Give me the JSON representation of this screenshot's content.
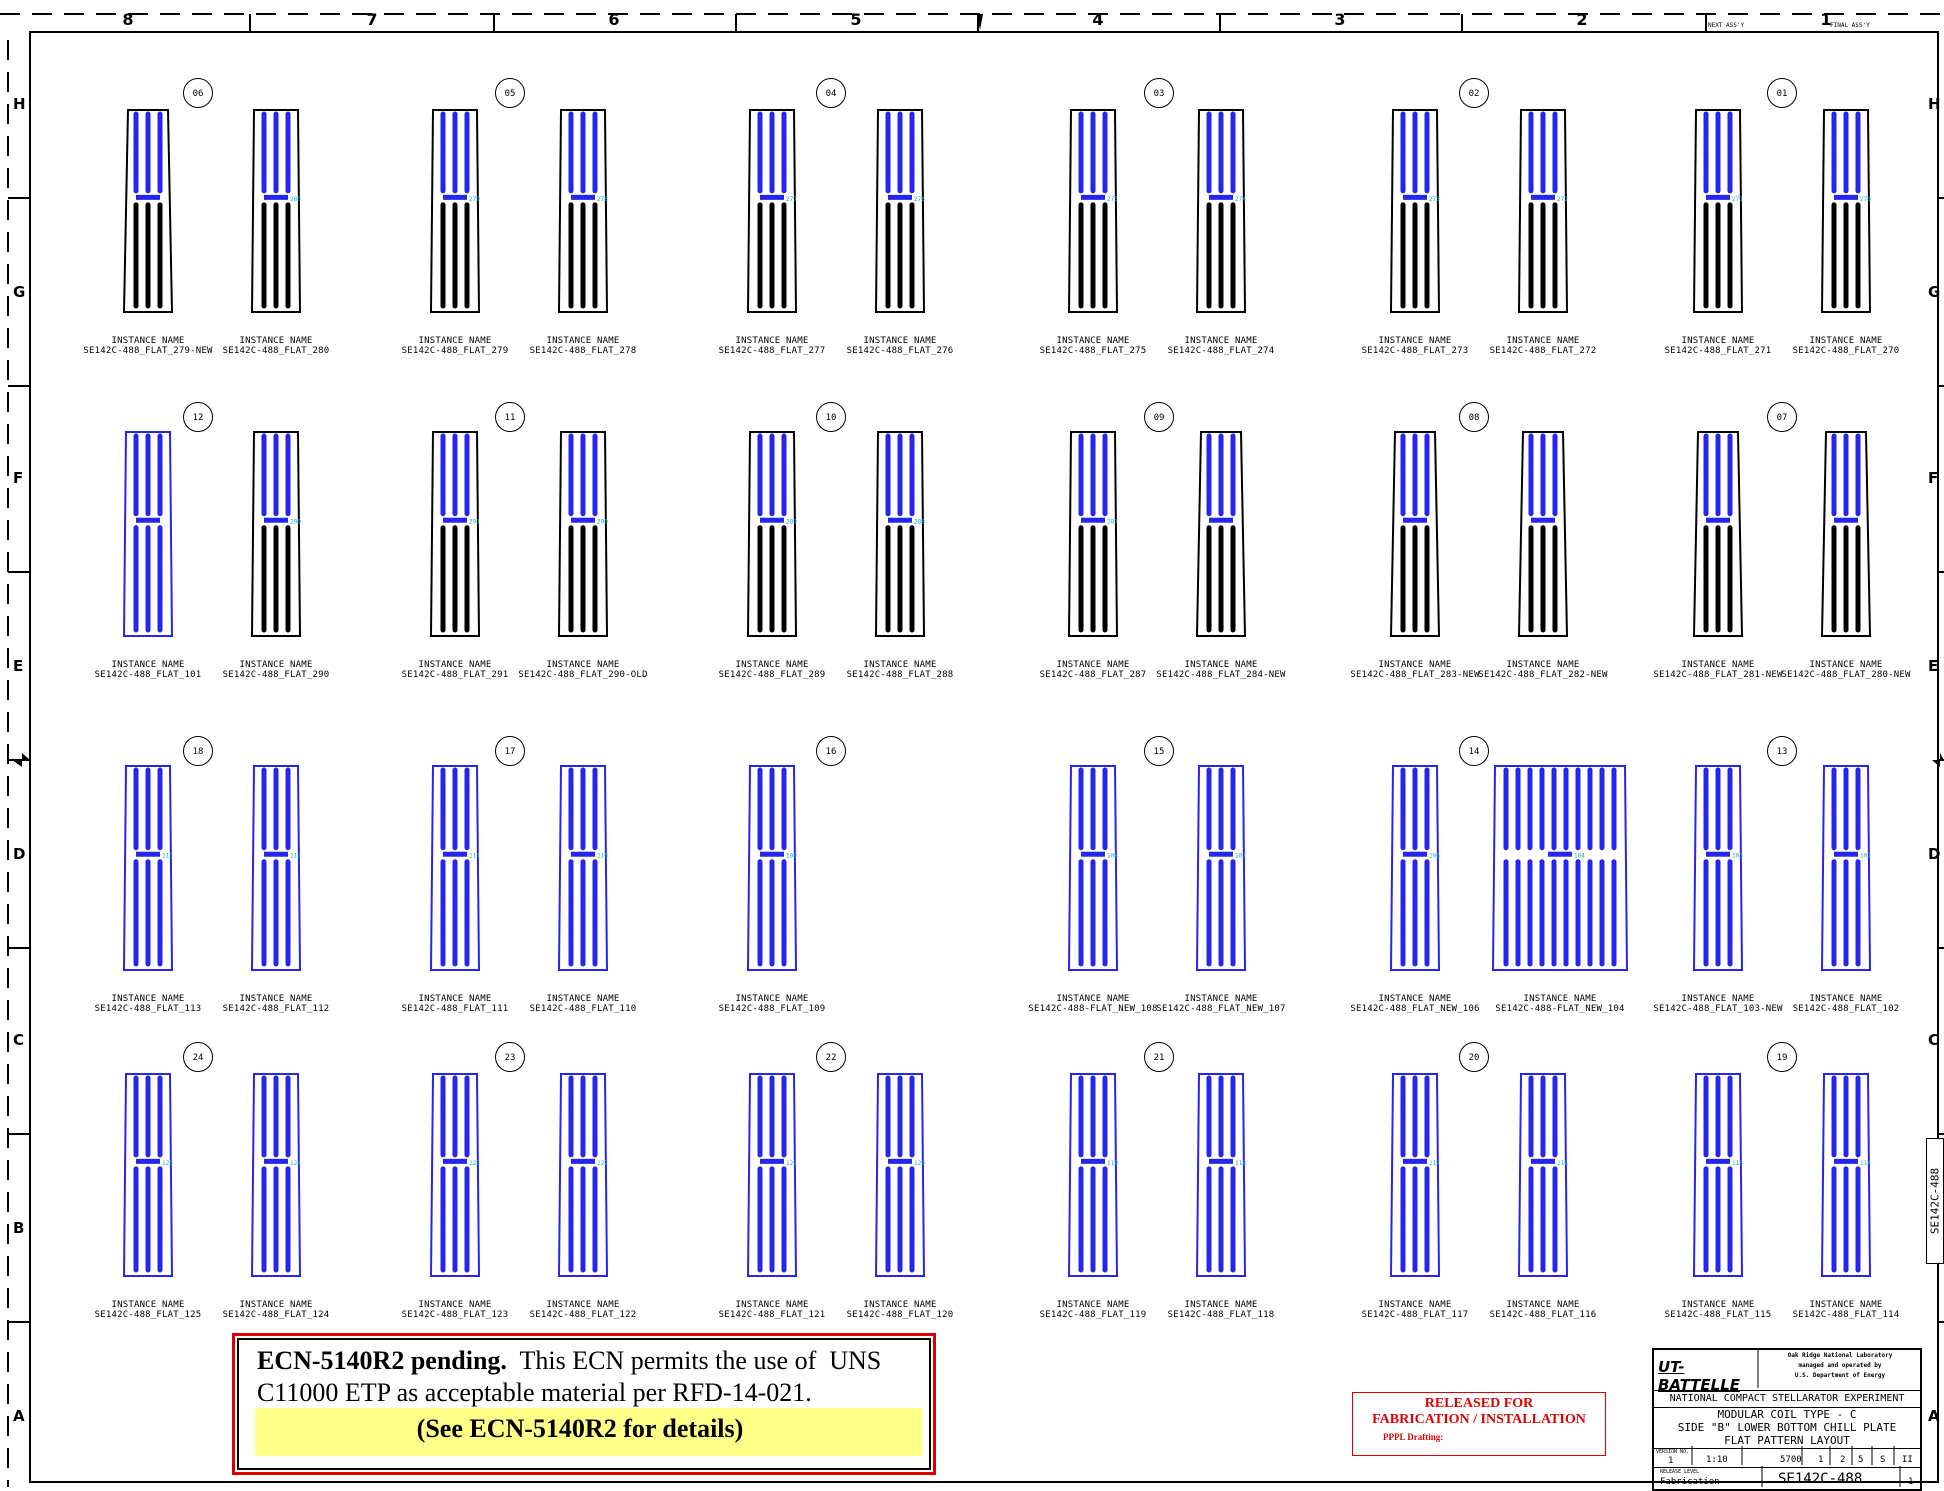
{
  "colors": {
    "blue": "#2525ee",
    "black": "#000000",
    "red": "#e00000",
    "cyan": "#20a8d8",
    "highlight": "#ffff88"
  },
  "zones": {
    "columns": [
      "8",
      "7",
      "6",
      "5",
      "4",
      "3",
      "2",
      "1"
    ],
    "rows": [
      "H",
      "G",
      "F",
      "E",
      "D",
      "C",
      "B",
      "A"
    ],
    "next_assy": "NEXT ASS'Y",
    "final_assy": "FINAL ASS'Y"
  },
  "instance_label": "INSTANCE NAME",
  "groups": [
    {
      "id": "06",
      "row": 0,
      "col": 0,
      "parts": [
        {
          "name": "SE142C-488_FLAT_279-NEW",
          "style": "dark",
          "tag": ""
        },
        {
          "name": "SE142C-488_FLAT_280",
          "style": "dark",
          "tag": "280"
        }
      ]
    },
    {
      "id": "05",
      "row": 0,
      "col": 1,
      "parts": [
        {
          "name": "SE142C-488_FLAT_279",
          "style": "dark",
          "tag": "279"
        },
        {
          "name": "SE142C-488_FLAT_278",
          "style": "dark",
          "tag": "278"
        }
      ]
    },
    {
      "id": "04",
      "row": 0,
      "col": 2,
      "parts": [
        {
          "name": "SE142C-488_FLAT_277",
          "style": "dark",
          "tag": "277"
        },
        {
          "name": "SE142C-488_FLAT_276",
          "style": "dark",
          "tag": "276"
        }
      ]
    },
    {
      "id": "03",
      "row": 0,
      "col": 3,
      "parts": [
        {
          "name": "SE142C-488_FLAT_275",
          "style": "dark",
          "tag": "275"
        },
        {
          "name": "SE142C-488_FLAT_274",
          "style": "dark",
          "tag": "274"
        }
      ]
    },
    {
      "id": "02",
      "row": 0,
      "col": 4,
      "parts": [
        {
          "name": "SE142C-488_FLAT_273",
          "style": "dark",
          "tag": "273"
        },
        {
          "name": "SE142C-488_FLAT_272",
          "style": "dark",
          "tag": "272"
        }
      ]
    },
    {
      "id": "01",
      "row": 0,
      "col": 5,
      "parts": [
        {
          "name": "SE142C-488_FLAT_271",
          "style": "dark",
          "tag": "271"
        },
        {
          "name": "SE142C-488_FLAT_270",
          "style": "dark",
          "tag": "270"
        }
      ]
    },
    {
      "id": "12",
      "row": 1,
      "col": 0,
      "parts": [
        {
          "name": "SE142C-488_FLAT_101",
          "style": "blue",
          "tag": ""
        },
        {
          "name": "SE142C-488_FLAT_290",
          "style": "dark",
          "tag": "290"
        }
      ]
    },
    {
      "id": "11",
      "row": 1,
      "col": 1,
      "parts": [
        {
          "name": "SE142C-488_FLAT_291",
          "style": "dark",
          "tag": "291"
        },
        {
          "name": "SE142C-488_FLAT_290-OLD",
          "style": "dark",
          "tag": "290"
        }
      ]
    },
    {
      "id": "10",
      "row": 1,
      "col": 2,
      "parts": [
        {
          "name": "SE142C-488_FLAT_289",
          "style": "dark",
          "tag": "289"
        },
        {
          "name": "SE142C-488_FLAT_288",
          "style": "dark",
          "tag": "288"
        }
      ]
    },
    {
      "id": "09",
      "row": 1,
      "col": 3,
      "parts": [
        {
          "name": "SE142C-488_FLAT_287",
          "style": "dark",
          "tag": "287"
        },
        {
          "name": "SE142C-488_FLAT_284-NEW",
          "style": "dark",
          "tag": ""
        }
      ]
    },
    {
      "id": "08",
      "row": 1,
      "col": 4,
      "parts": [
        {
          "name": "SE142C-488_FLAT_283-NEW",
          "style": "dark",
          "tag": ""
        },
        {
          "name": "SE142C-488_FLAT_282-NEW",
          "style": "dark",
          "tag": ""
        }
      ]
    },
    {
      "id": "07",
      "row": 1,
      "col": 5,
      "parts": [
        {
          "name": "SE142C-488_FLAT_281-NEW",
          "style": "dark",
          "tag": ""
        },
        {
          "name": "SE142C-488_FLAT_280-NEW",
          "style": "dark",
          "tag": ""
        }
      ]
    },
    {
      "id": "18",
      "row": 2,
      "col": 0,
      "parts": [
        {
          "name": "SE142C-488_FLAT_113",
          "style": "blue",
          "tag": "113"
        },
        {
          "name": "SE142C-488_FLAT_112",
          "style": "blue",
          "tag": "112"
        }
      ]
    },
    {
      "id": "17",
      "row": 2,
      "col": 1,
      "parts": [
        {
          "name": "SE142C-488_FLAT_111",
          "style": "blue",
          "tag": "111"
        },
        {
          "name": "SE142C-488_FLAT_110",
          "style": "blue",
          "tag": "110"
        }
      ]
    },
    {
      "id": "16",
      "row": 2,
      "col": 2,
      "parts": [
        {
          "name": "SE142C-488_FLAT_109",
          "style": "blue",
          "tag": "109"
        }
      ]
    },
    {
      "id": "15",
      "row": 2,
      "col": 3,
      "parts": [
        {
          "name": "SE142C-488-FLAT_NEW_108",
          "style": "blue",
          "tag": "108"
        },
        {
          "name": "SE142C-488_FLAT_NEW_107",
          "style": "blue",
          "tag": "107"
        }
      ]
    },
    {
      "id": "14",
      "row": 2,
      "col": 4,
      "parts": [
        {
          "name": "SE142C-488_FLAT_NEW_106",
          "style": "blue",
          "tag": "106"
        },
        {
          "name": "SE142C-488-FLAT_NEW_104",
          "style": "blue-wide",
          "tag": "104"
        }
      ]
    },
    {
      "id": "13",
      "row": 2,
      "col": 5,
      "parts": [
        {
          "name": "SE142C-488_FLAT_103-NEW",
          "style": "blue",
          "tag": "103"
        },
        {
          "name": "SE142C-488_FLAT_102",
          "style": "blue",
          "tag": "102"
        }
      ]
    },
    {
      "id": "24",
      "row": 3,
      "col": 0,
      "parts": [
        {
          "name": "SE142C-488_FLAT_125",
          "style": "blue",
          "tag": "125"
        },
        {
          "name": "SE142C-488_FLAT_124",
          "style": "blue",
          "tag": "124"
        }
      ]
    },
    {
      "id": "23",
      "row": 3,
      "col": 1,
      "parts": [
        {
          "name": "SE142C-488_FLAT_123",
          "style": "blue",
          "tag": "123"
        },
        {
          "name": "SE142C-488_FLAT_122",
          "style": "blue",
          "tag": "122"
        }
      ]
    },
    {
      "id": "22",
      "row": 3,
      "col": 2,
      "parts": [
        {
          "name": "SE142C-488_FLAT_121",
          "style": "blue",
          "tag": "121"
        },
        {
          "name": "SE142C-488_FLAT_120",
          "style": "blue",
          "tag": "120"
        }
      ]
    },
    {
      "id": "21",
      "row": 3,
      "col": 3,
      "parts": [
        {
          "name": "SE142C-488_FLAT_119",
          "style": "blue",
          "tag": "119"
        },
        {
          "name": "SE142C-488_FLAT_118",
          "style": "blue",
          "tag": "118"
        }
      ]
    },
    {
      "id": "20",
      "row": 3,
      "col": 4,
      "parts": [
        {
          "name": "SE142C-488_FLAT_117",
          "style": "blue",
          "tag": "117"
        },
        {
          "name": "SE142C-488_FLAT_116",
          "style": "blue",
          "tag": "116"
        }
      ]
    },
    {
      "id": "19",
      "row": 3,
      "col": 5,
      "parts": [
        {
          "name": "SE142C-488_FLAT_115",
          "style": "blue",
          "tag": "115"
        },
        {
          "name": "SE142C-488_FLAT_114",
          "style": "blue",
          "tag": "114"
        }
      ]
    }
  ],
  "ecn": {
    "bold_lead": "ECN-5140R2 pending.",
    "line1_rest": "  This ECN permits the use of  UNS",
    "line2": "C11000 ETP as acceptable material per RFD-14-021.",
    "line3": "(See ECN-5140R2 for details)"
  },
  "release": {
    "line1": "RELEASED FOR",
    "line2": "FABRICATION / INSTALLATION",
    "line3": "PPPL Drafting:"
  },
  "title_block": {
    "company_logo": "UT-BATTELLE",
    "lab_lines": [
      "Oak Ridge National Laboratory",
      "managed and operated by",
      "U.S. Department of Energy"
    ],
    "project": "NATIONAL COMPACT STELLARATOR EXPERIMENT",
    "title_line1": "MODULAR COIL TYPE - C",
    "title_line2": "SIDE \"B\" LOWER BOTTOM CHILL PLATE",
    "title_line3": "FLAT PATTERN LAYOUT",
    "version_label": "VERSION NO.",
    "version": "1",
    "scale": "1:10",
    "bldg": "5700",
    "fl": "1",
    "sheet": "2",
    "of": "5",
    "type": "S",
    "class": "II",
    "release_level_label": "RELEASE LEVEL",
    "release_level": "Fabrication",
    "dwg_no": "SE142C-488",
    "rev": "1",
    "side_tag": "SE142C-488"
  }
}
